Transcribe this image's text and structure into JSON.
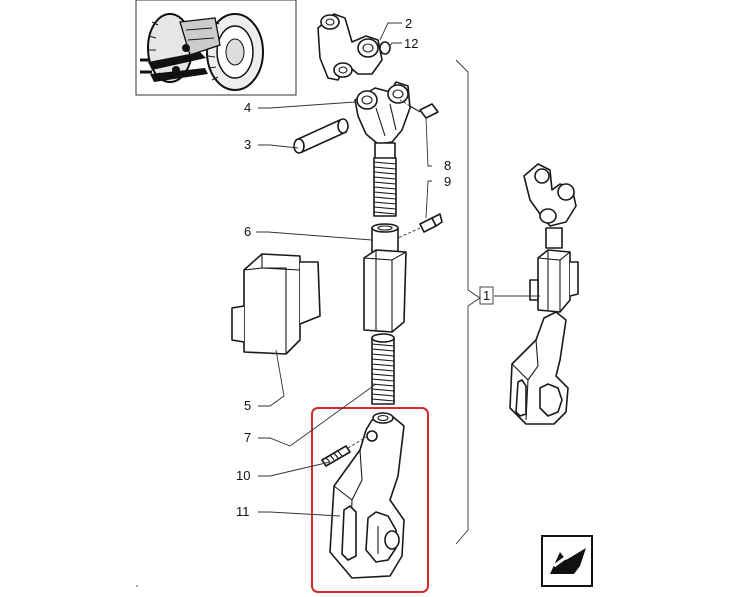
{
  "diagram": {
    "callouts": {
      "c1": "1",
      "c2": "2",
      "c3": "3",
      "c4": "4",
      "c5": "5",
      "c6": "6",
      "c7": "7",
      "c8": "8",
      "c9": "9",
      "c10": "10",
      "c11": "11",
      "c12": "12"
    },
    "highlight_color": "#d42a2a",
    "icons": {
      "thumbnail": "tractor-wheel-thumbnail",
      "nav": "return-arrow-icon"
    }
  }
}
